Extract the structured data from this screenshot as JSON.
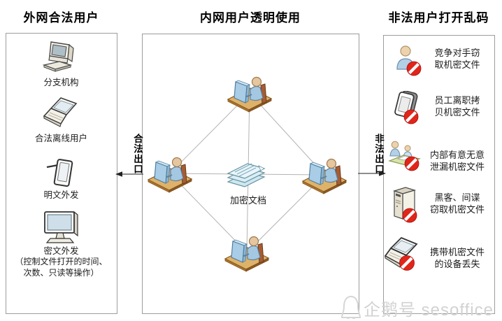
{
  "titles": {
    "left": "外网合法用户",
    "center": "内网用户透明使用",
    "right": "非法用户打开乱码"
  },
  "left_panel": {
    "items": [
      {
        "icon": "desktop-computer-icon",
        "label": "分支机构"
      },
      {
        "icon": "laptop-icon",
        "label": "合法离线用户"
      },
      {
        "icon": "tablet-icon",
        "label": "明文外发"
      },
      {
        "icon": "monitor-icon",
        "label": "密文外发",
        "note_line1": "（控制文件打开的时间、",
        "note_line2": "次数、只读等操作）"
      }
    ]
  },
  "center_panel": {
    "document_label": "加密文档",
    "node_icon": "user-workstation-icon",
    "node_count": 4
  },
  "flows": {
    "legal_exit_label": "合法出口",
    "illegal_exit_label": "非法出口"
  },
  "right_panel": {
    "items": [
      {
        "icon": "person-ban-icon",
        "line1": "竞争对手窃",
        "line2": "取机密文件"
      },
      {
        "icon": "handheld-ban-icon",
        "line1": "员工离职拷",
        "line2": "贝机密文件"
      },
      {
        "icon": "colleagues-ban-icon",
        "line1": "内部有意无意",
        "line2": "泄漏机密文件"
      },
      {
        "icon": "server-ban-icon",
        "line1": "黑客、间谍",
        "line2": "窃取机密文件"
      },
      {
        "icon": "laptop-ban-icon",
        "line1": "携带机密文件",
        "line2": "的设备丢失"
      }
    ]
  },
  "watermark": {
    "icon": "penguin-icon",
    "brand": "企鹅号 sesoffice"
  },
  "colors": {
    "ban_red": "#e0251b",
    "desk_tan": "#dfb269",
    "document_blue": "#e8f5fa",
    "person_shirt_blue": "#b4d0e6",
    "line_gray": "#b3b3b3",
    "border_gray": "#9c9c9c"
  }
}
